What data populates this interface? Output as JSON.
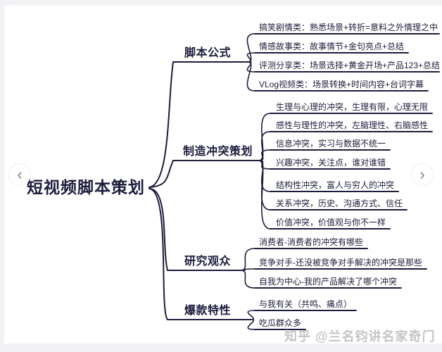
{
  "root": {
    "label": "短视频脚本策划"
  },
  "branches": [
    {
      "label": "脚本公式",
      "children": [
        "搞笑剧情类：熟悉场景+转折=意料之外情理之中",
        "情感故事类：故事情节+金句亮点+总结",
        "评测分享类：场景选择+黄金开场+产品123+总结",
        "VLog视频类：场景转换+时间内容+台词字幕"
      ]
    },
    {
      "label": "制造冲突策划",
      "children": [
        "生理与心理的冲突，生理有限，心理无限",
        "感性与理性的冲突，左脑理性、右脑感性",
        "信息冲突，实习与数据不统一",
        "兴趣冲突，关注点，谁对谁错",
        "结构性冲突，富人与穷人的冲突",
        "关系冲突，历史、沟通方式、信任",
        "价值冲突，价值观与你不一样"
      ]
    },
    {
      "label": "研究观众",
      "children": [
        "消费者-消费者的冲突有哪些",
        "竞争对手-还没被竞争对手解决的冲突是那些",
        "自我为中心-我的产品解决了哪个冲突"
      ]
    },
    {
      "label": "爆款特性",
      "children": [
        "与我有关（共鸣、痛点）",
        "吃瓜群众多"
      ]
    }
  ],
  "nav": {
    "prev_icon": "‹",
    "next_icon": "›"
  },
  "watermark": "知乎 @兰名钧讲名家奇门",
  "colors": {
    "line": "#1d1d3c",
    "text": "#1d1d3c",
    "watermark": "#c5c5c9",
    "canvas": "#ffffff",
    "frame_edge": "#f2f2f5"
  }
}
